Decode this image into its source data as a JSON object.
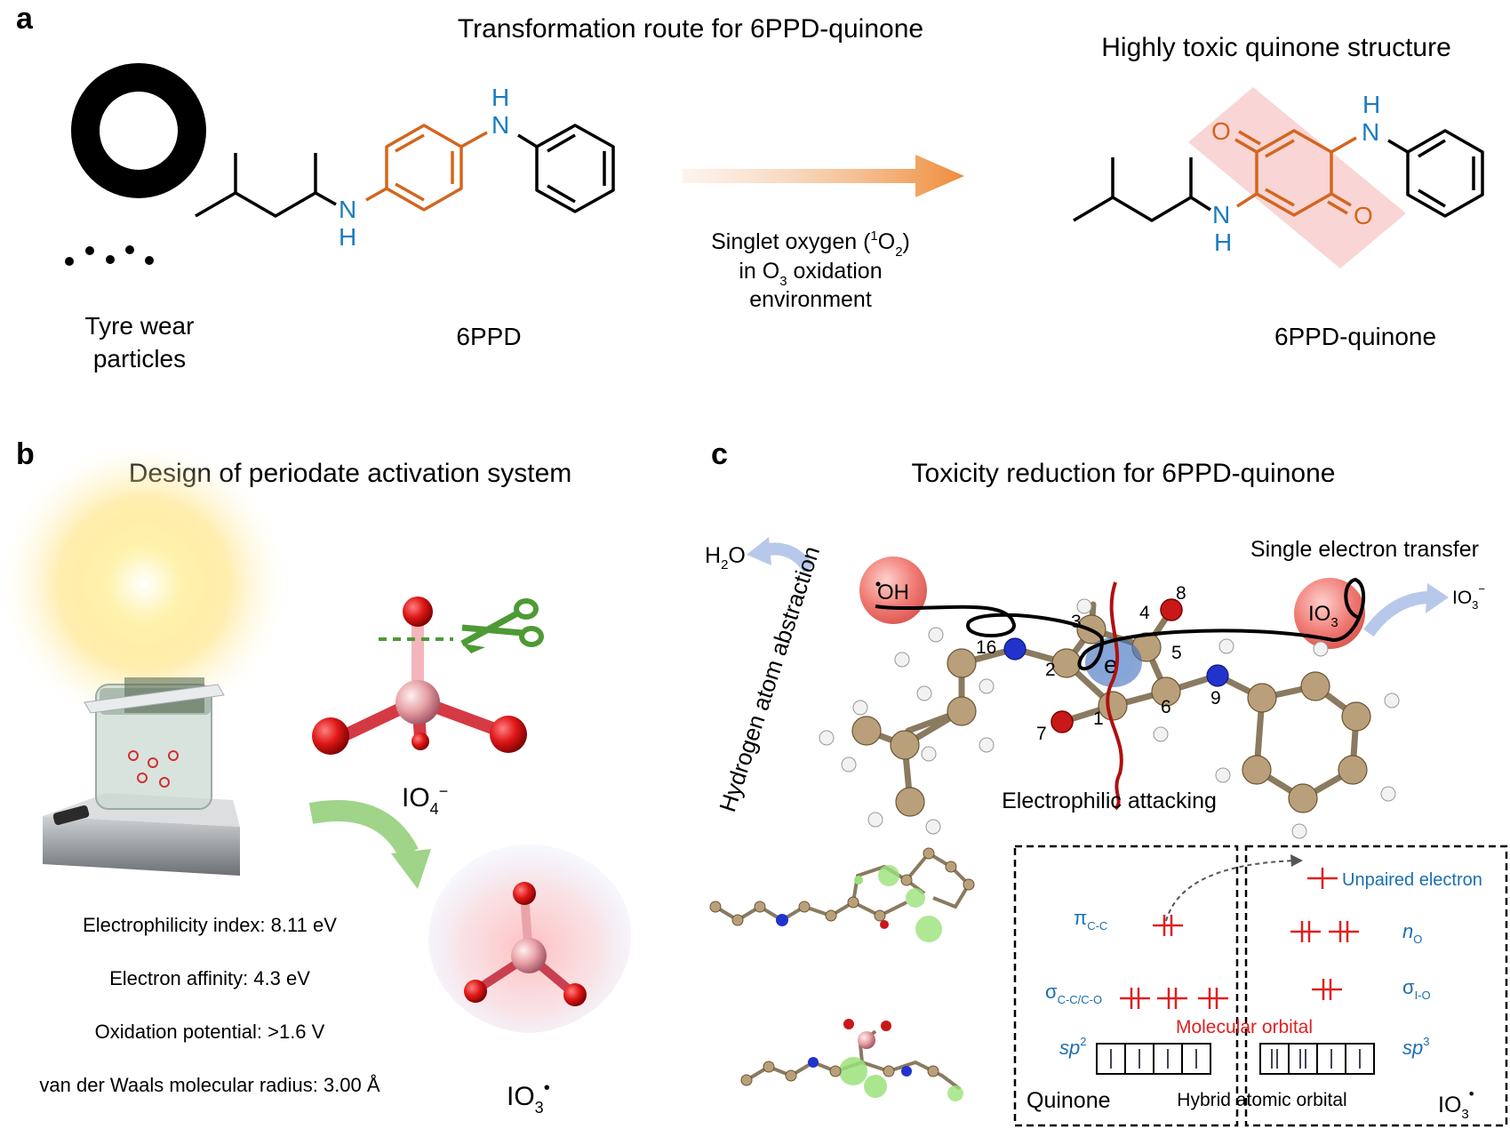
{
  "panel_a": {
    "letter": "a",
    "title": "Transformation route for 6PPD-quinone",
    "tyre_label_line1": "Tyre wear",
    "tyre_label_line2": "particles",
    "reactant_label": "6PPD",
    "condition_line1": "Singlet oxygen (",
    "condition_sup": "1",
    "condition_o": "O",
    "condition_sub": "2",
    "condition_close": ")",
    "condition_line2a": "in O",
    "condition_line2_sub": "3",
    "condition_line2b": " oxidation",
    "condition_line3": "environment",
    "product_title": "Highly toxic quinone structure",
    "product_label": "6PPD-quinone",
    "atom_N": "N",
    "atom_H": "H",
    "atom_O": "O"
  },
  "panel_b": {
    "letter": "b",
    "title": "Design of periodate activation system",
    "io4_label": "IO",
    "io4_sub": "4",
    "io4_sup": "−",
    "io3_label": "IO",
    "io3_sub": "3",
    "io3_sup": "•",
    "properties": [
      "Electrophilicity index: 8.11 eV",
      "Electron affinity: 4.3 eV",
      "Oxidation potential: >1.6 V",
      "van der Waals molecular radius: 3.00 Å"
    ]
  },
  "panel_c": {
    "letter": "c",
    "title": "Toxicity reduction for 6PPD-quinone",
    "h2o": "H",
    "h2o_sub": "2",
    "h2o_o": "O",
    "oh_radical": "OH",
    "hydrogen_abstraction": "Hydrogen atom abstraction",
    "set_label": "Single electron transfer",
    "io3_radical": "IO",
    "io3_radical_sub": "3",
    "io3_minus": "IO",
    "io3_minus_sub": "3",
    "io3_minus_sup": "−",
    "electron": "e",
    "electrophilic": "Electrophilic attacking",
    "atom_numbers": [
      "16",
      "2",
      "3",
      "4",
      "8",
      "5",
      "9",
      "6",
      "1",
      "7"
    ],
    "orbital": {
      "unpaired": "Unpaired electron",
      "pi_cc": "π",
      "pi_cc_sub": "C-C",
      "n_o": "n",
      "n_o_sub": "O",
      "sigma_left": "σ",
      "sigma_left_sub": "C-C/C-O",
      "sigma_right": "σ",
      "sigma_right_sub": "I-O",
      "molecular_orbital": "Molecular orbital",
      "sp2": "sp",
      "sp2_sup": "2",
      "sp3": "sp",
      "sp3_sup": "3",
      "quinone": "Quinone",
      "hybrid": "Hybrid atomic orbital",
      "io3_bottom": "IO",
      "io3_bottom_sub": "3",
      "io3_bottom_sup": "•"
    }
  },
  "colors": {
    "orange": "#d2661e",
    "blue_n": "#1a7cc0",
    "orbital_blue": "#1a6fb0",
    "orbital_red": "#e02020"
  }
}
